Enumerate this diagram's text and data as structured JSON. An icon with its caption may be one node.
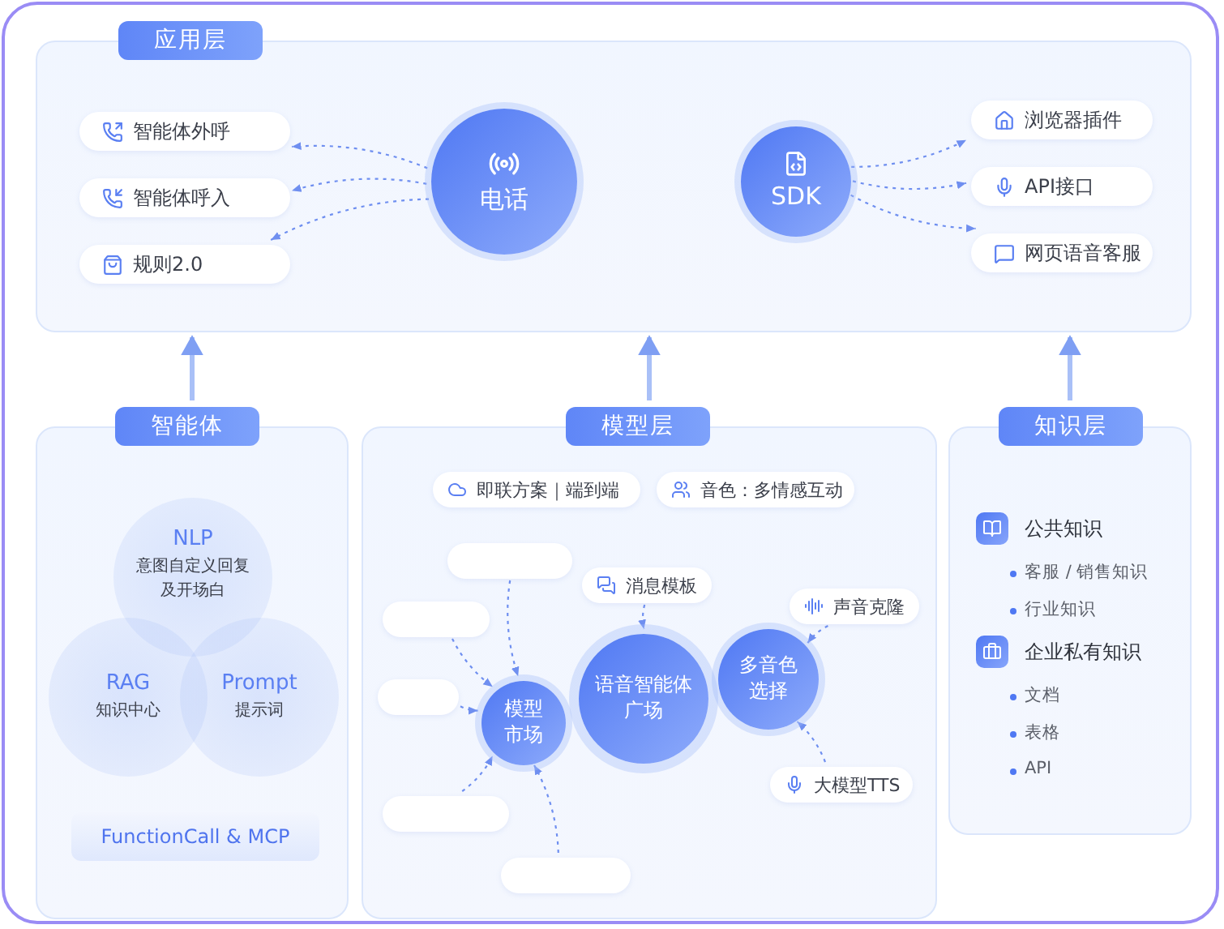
{
  "diagram": {
    "nodes": [
      {
        "text": [
          "应用层"
        ]
      },
      {
        "text": [
          "智能体外呼"
        ],
        "in": 0
      },
      {
        "text": [
          "智能体呼入"
        ],
        "in": 0
      },
      {
        "text": [
          "规则2.0"
        ],
        "in": 0
      },
      {
        "text": [
          "电话"
        ],
        "in": 0
      },
      {
        "text": [
          "SDK"
        ],
        "in": 0
      },
      {
        "text": [
          "浏览器插件"
        ],
        "in": 0
      },
      {
        "text": [
          "API接口"
        ],
        "in": 0
      },
      {
        "text": [
          "网页语音客服"
        ],
        "in": 0
      },
      {
        "text": [
          "智能体"
        ]
      },
      {
        "text": [
          "NLP",
          "意图自定义回复及开场白"
        ],
        "in": 9
      },
      {
        "text": [
          "RAG",
          "知识中心"
        ],
        "in": 9
      },
      {
        "text": [
          "Prompt",
          "提示词"
        ],
        "in": 9
      },
      {
        "text": [
          "FunctionCall & MCP"
        ],
        "in": 9
      },
      {
        "text": [
          "模型层"
        ]
      },
      {
        "text": [
          "即联方案｜端到端"
        ],
        "in": 14
      },
      {
        "text": [
          "音色：多情感互动"
        ],
        "in": 14
      },
      {
        "text": [],
        "shape": "box",
        "in": 14
      },
      {
        "text": [],
        "shape": "box",
        "in": 14
      },
      {
        "text": [],
        "shape": "box",
        "in": 14
      },
      {
        "text": [],
        "shape": "box",
        "in": 14
      },
      {
        "text": [],
        "shape": "box",
        "in": 14
      },
      {
        "text": [
          "消息模板"
        ],
        "in": 14
      },
      {
        "text": [
          "模型市场"
        ],
        "in": 14
      },
      {
        "text": [
          "语音智能体广场"
        ],
        "in": 14
      },
      {
        "text": [
          "多音色选择"
        ],
        "in": 14
      },
      {
        "text": [
          "声音克隆"
        ],
        "in": 14
      },
      {
        "text": [
          "大模型TTS"
        ],
        "in": 14
      },
      {
        "text": [
          "知识层",
          "公共知识",
          "客服 / 销售知识",
          "行业知识",
          "企业私有知识",
          "文档",
          "表格",
          "API"
        ]
      }
    ],
    "edges": [
      {
        "from": 4,
        "to": 1,
        "arrow": "to",
        "style": "dashed"
      },
      {
        "from": 4,
        "to": 2,
        "arrow": "to",
        "style": "dashed"
      },
      {
        "from": 4,
        "to": 3,
        "arrow": "to",
        "style": "dashed"
      },
      {
        "from": 5,
        "to": 6,
        "arrow": "to",
        "style": "dashed"
      },
      {
        "from": 5,
        "to": 7,
        "arrow": "to",
        "style": "dashed"
      },
      {
        "from": 5,
        "to": 8,
        "arrow": "to",
        "style": "dashed"
      },
      {
        "from": 9,
        "to": 0,
        "arrow": "to",
        "style": "thick",
        "color": "#a9c0f7"
      },
      {
        "from": 14,
        "to": 0,
        "arrow": "to",
        "style": "thick",
        "color": "#a9c0f7"
      },
      {
        "from": 28,
        "to": 0,
        "arrow": "to",
        "style": "thick",
        "color": "#a9c0f7"
      },
      {
        "from": 17,
        "to": 23,
        "arrow": "to",
        "style": "dashed"
      },
      {
        "from": 18,
        "to": 23,
        "arrow": "to",
        "style": "dashed"
      },
      {
        "from": 19,
        "to": 23,
        "arrow": "to",
        "style": "dashed"
      },
      {
        "from": 20,
        "to": 23,
        "arrow": "to",
        "style": "dashed"
      },
      {
        "from": 21,
        "to": 23,
        "arrow": "to",
        "style": "dashed"
      },
      {
        "from": 22,
        "to": 24,
        "arrow": "to",
        "style": "dashed"
      },
      {
        "from": 26,
        "to": 25,
        "arrow": "to",
        "style": "dashed"
      },
      {
        "from": 27,
        "to": 25,
        "arrow": "to",
        "style": "dashed"
      }
    ]
  }
}
